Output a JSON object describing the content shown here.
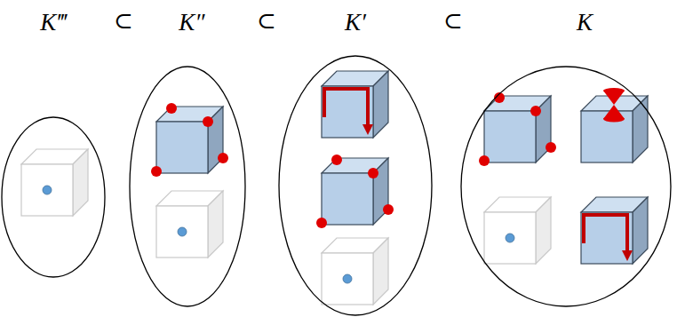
{
  "diagram": {
    "nodes": [
      {
        "text": [
          "K‴"
        ]
      },
      {
        "text": [
          "K″"
        ]
      },
      {
        "text": [
          "K′"
        ]
      },
      {
        "text": [
          "K"
        ]
      }
    ],
    "labels": [
      "⊂",
      "⊂",
      "⊂"
    ]
  }
}
